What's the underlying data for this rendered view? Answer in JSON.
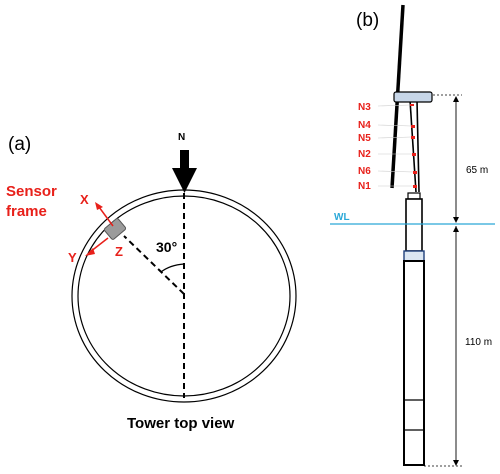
{
  "panel_a": {
    "label": "(a)",
    "north_label": "N",
    "sensor_label_line1": "Sensor",
    "sensor_label_line2": "frame",
    "axis_x": "X",
    "axis_y": "Y",
    "axis_z": "Z",
    "angle": "30°",
    "caption": "Tower top view",
    "colors": {
      "sensor": "#e8201a",
      "outline": "#000000",
      "sensor_box": "#9b9b9b"
    }
  },
  "panel_b": {
    "label": "(b)",
    "nodes": [
      "N3",
      "N4",
      "N5",
      "N2",
      "N6",
      "N1"
    ],
    "water_level": "WL",
    "dim_upper": "65 m",
    "dim_lower": "110 m",
    "colors": {
      "nodes": "#e8201a",
      "water_line": "#2aa8d8",
      "hub": "#c7d6e8"
    }
  }
}
